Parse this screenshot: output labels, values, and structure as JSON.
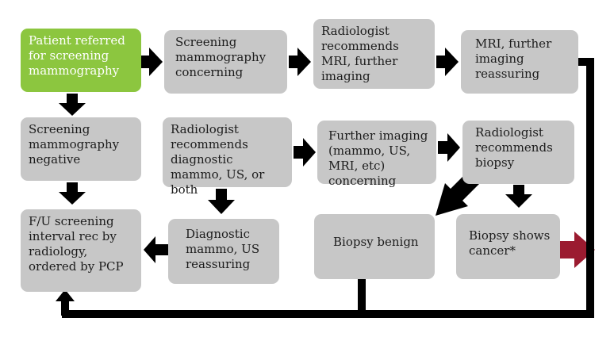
{
  "nodes": {
    "start": "Patient referred for screening mammography",
    "screening_concerning": "Screening mammography concerning",
    "radiologist_mri": "Radiologist recommends MRI, further imaging",
    "mri_reassuring": "MRI, further imaging reassuring",
    "screening_negative": "Screening mammography negative",
    "radiologist_diagnostic": "Radiologist recommends diagnostic mammo, US, or both",
    "further_concerning": "Further imaging (mammo, US, MRI, etc) concerning",
    "radiologist_biopsy": "Radiologist recommends biopsy",
    "fu_interval": "F/U screening interval rec by radiology, ordered by PCP",
    "diagnostic_reassuring": "Diagnostic mammo, US reassuring",
    "biopsy_benign": "Biopsy benign",
    "biopsy_cancer": "Biopsy shows cancer*"
  },
  "colors": {
    "box": "#c7c7c7",
    "start_box": "#8cc63f",
    "connector": "#000000",
    "cancer_arrow": "#9b1b30"
  }
}
